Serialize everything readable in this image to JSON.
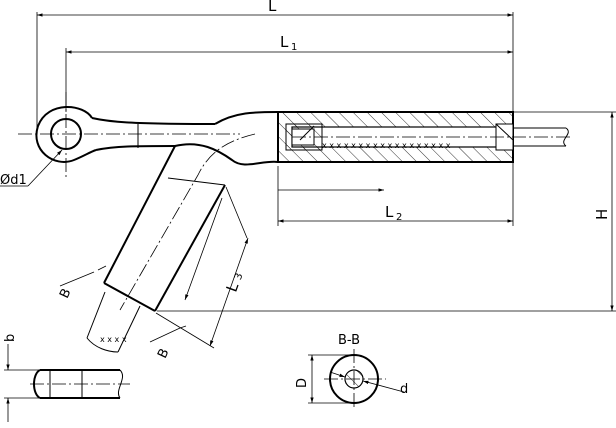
{
  "labels": {
    "L": "L",
    "L1": "L",
    "L1_sub": "1",
    "L2": "L",
    "L2_sub": "2",
    "L3": "L",
    "L3_sub": "3",
    "H": "H",
    "d1": "Ød1",
    "B_top": "B",
    "B_bottom": "B",
    "b": "b",
    "section": "B-B",
    "D": "D",
    "d": "d"
  }
}
